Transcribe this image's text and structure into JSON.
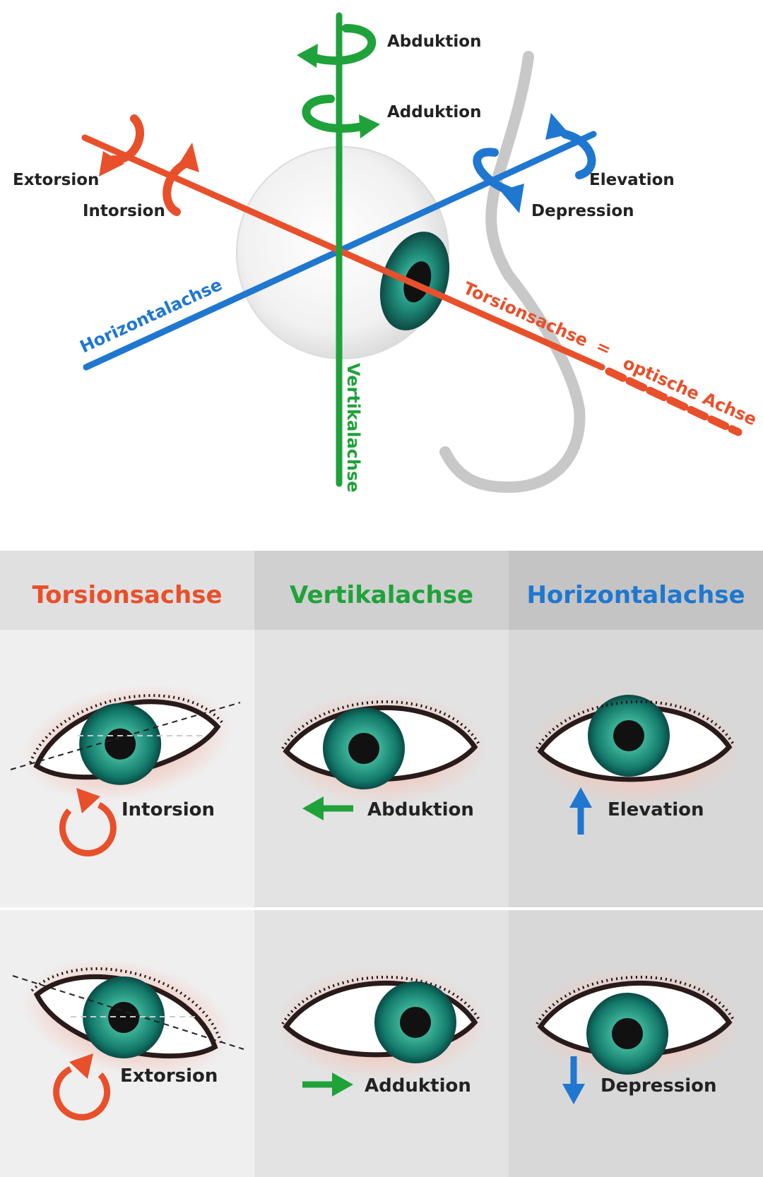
{
  "diagram": {
    "rotations": {
      "abduktion": "Abduktion",
      "adduktion": "Adduktion",
      "extorsion": "Extorsion",
      "intorsion": "Intorsion",
      "elevation": "Elevation",
      "depression": "Depression"
    },
    "axes": {
      "horizontal": "Horizontalachse",
      "vertical": "Vertikalachse",
      "torsion": "Torsionsachse",
      "equals": "=",
      "optical": "optische Achse"
    }
  },
  "table": {
    "columns": [
      {
        "title": "Torsionsachse",
        "color": "#e8502b"
      },
      {
        "title": "Vertikalachse",
        "color": "#1fa23a"
      },
      {
        "title": "Horizontalachse",
        "color": "#1f77d0"
      }
    ],
    "rows": [
      [
        {
          "label": "Intorsion",
          "icon": "rotate-cw-icon"
        },
        {
          "label": "Abduktion",
          "icon": "arrow-left-icon"
        },
        {
          "label": "Elevation",
          "icon": "arrow-up-icon"
        }
      ],
      [
        {
          "label": "Extorsion",
          "icon": "rotate-ccw-icon"
        },
        {
          "label": "Adduktion",
          "icon": "arrow-right-icon"
        },
        {
          "label": "Depression",
          "icon": "arrow-down-icon"
        }
      ]
    ]
  },
  "colors": {
    "torsion": "#e8502b",
    "vertical": "#1fa23a",
    "horizontal": "#1f77d0",
    "iris": "#1a8a7a",
    "text": "#222222"
  }
}
